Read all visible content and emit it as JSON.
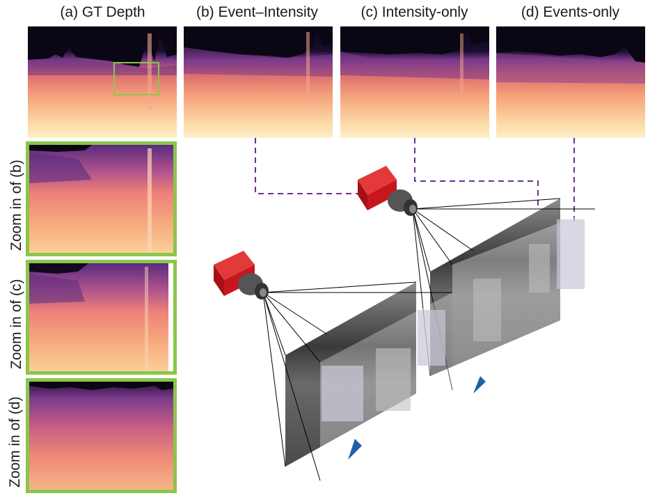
{
  "panels": {
    "a": {
      "title": "(a) GT Depth"
    },
    "b": {
      "title": "(b) Event–Intensity"
    },
    "c": {
      "title": "(c) Intensity-only"
    },
    "d": {
      "title": "(d) Events-only"
    }
  },
  "zooms": [
    {
      "label": "Zoom in of (b)"
    },
    {
      "label": "Zoom in of (c)"
    },
    {
      "label": "Zoom in of (d)"
    }
  ],
  "colors": {
    "highlight_box": "#8ac64a",
    "dashed_connector": "#6b2f8f",
    "camera_body": "#c8161d",
    "lens": "#333333"
  }
}
